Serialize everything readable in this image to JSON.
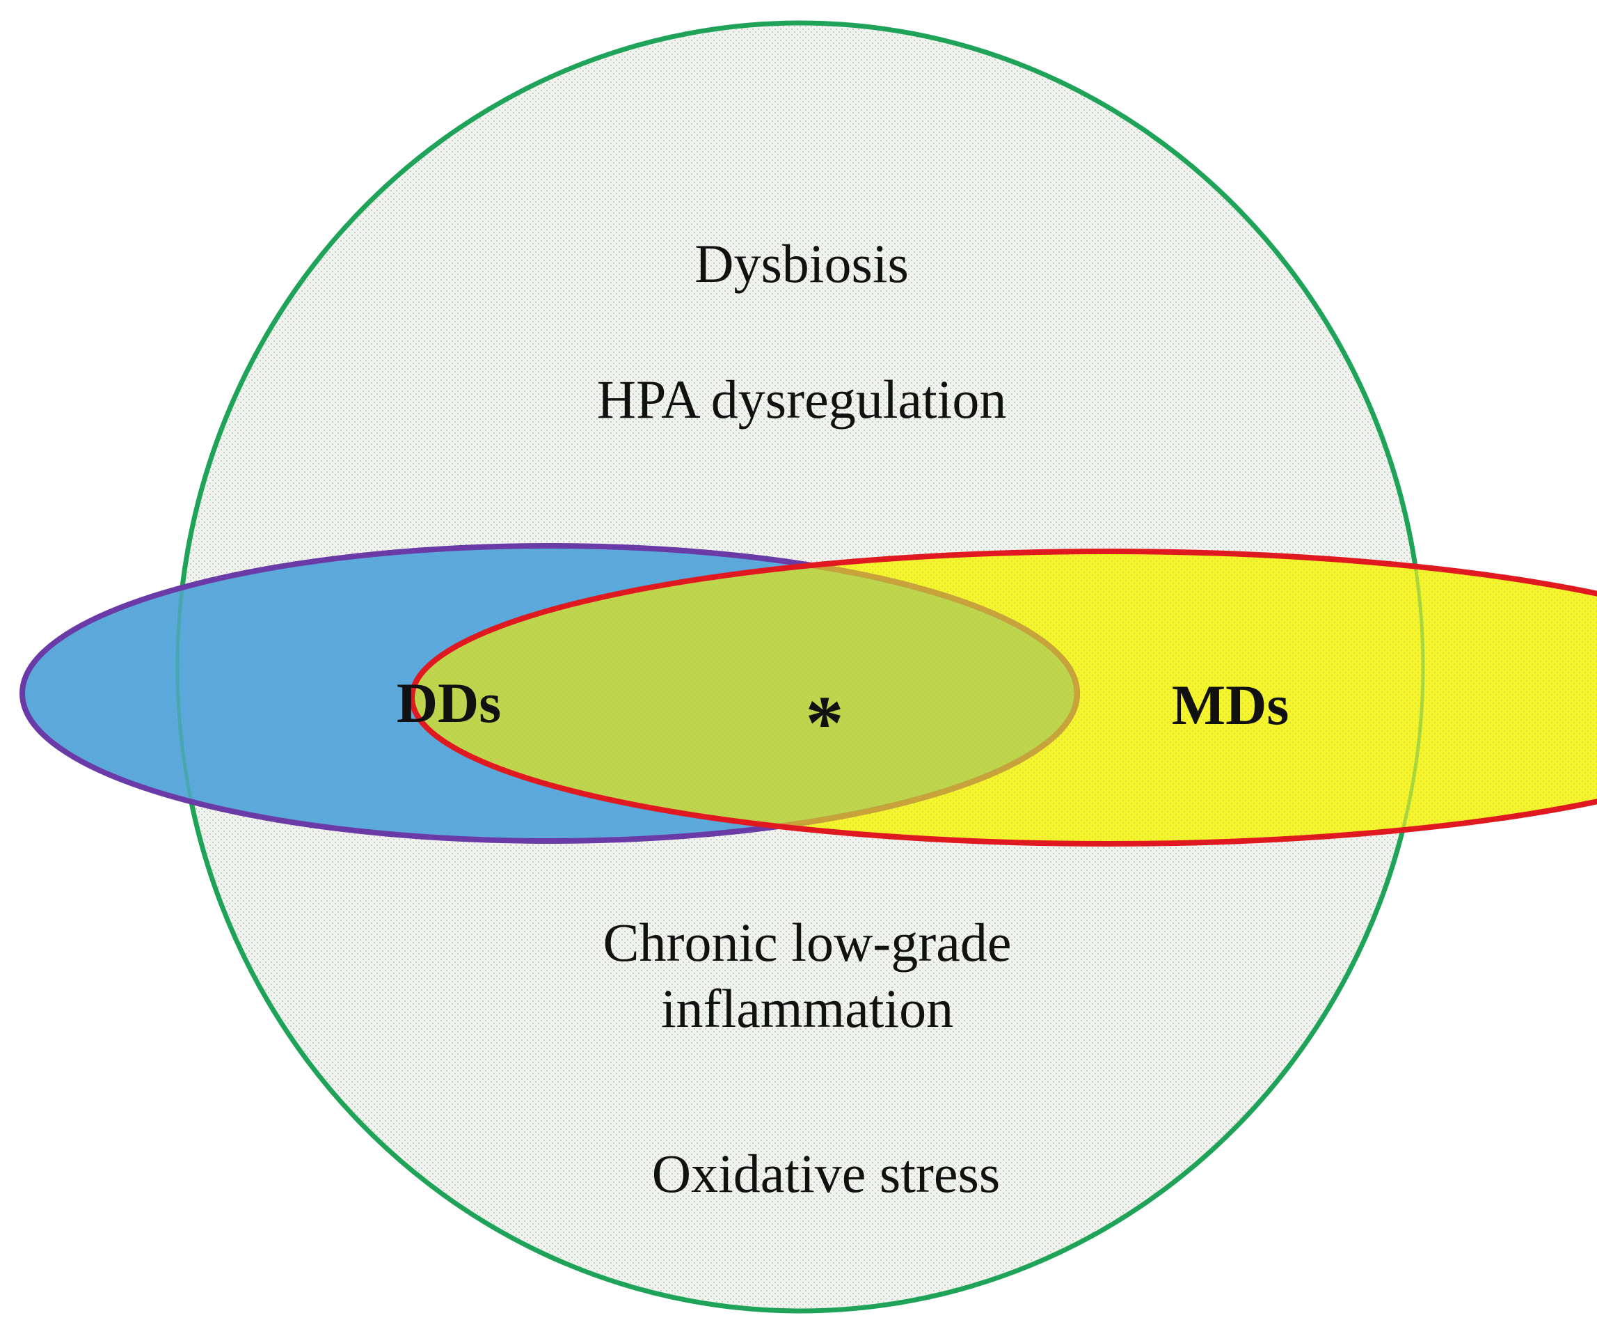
{
  "diagram": {
    "outer_factors": [
      "Dysbiosis",
      "HPA dysregulation",
      "Chronic low-grade",
      "inflammation",
      "Oxidative stress"
    ],
    "sets": {
      "left": {
        "label": "DDs",
        "fill": "#5aa9de",
        "stroke": "#6a3aa6"
      },
      "right": {
        "label": "MDs",
        "fill": "#f5f52a",
        "stroke": "#e0181f"
      },
      "overlap": {
        "label": "*",
        "fill": "#c0d64a",
        "stroke": "#c8a33a"
      }
    },
    "outer_circle": {
      "stroke": "#1fa35a",
      "fill": "#f1f4ee",
      "dot": "#9aa89a"
    }
  }
}
